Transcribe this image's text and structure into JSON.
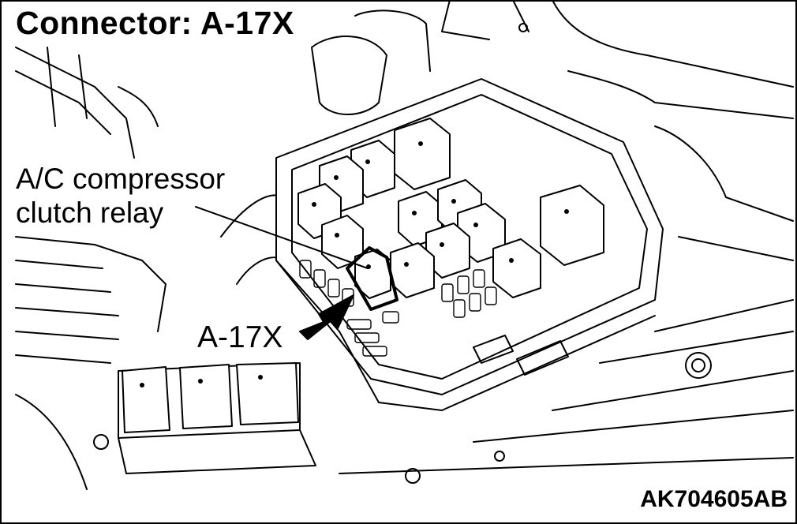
{
  "title": "Connector: A-17X",
  "callout": {
    "line1": "A/C compressor",
    "line2": "clutch relay"
  },
  "connector_label": "A-17X",
  "figure_code": "AK704605",
  "figure_suffix": "AB",
  "colors": {
    "line": "#000000",
    "background": "#ffffff"
  }
}
